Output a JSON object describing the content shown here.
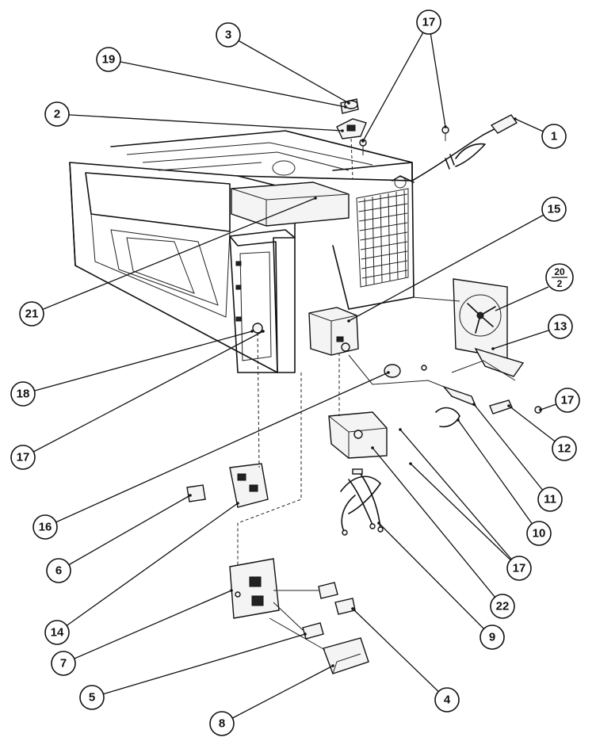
{
  "callouts": [
    {
      "id": "c1",
      "label": "1"
    },
    {
      "id": "c2",
      "label": "2"
    },
    {
      "id": "c3",
      "label": "3"
    },
    {
      "id": "c4",
      "label": "4"
    },
    {
      "id": "c5",
      "label": "5"
    },
    {
      "id": "c6",
      "label": "6"
    },
    {
      "id": "c7",
      "label": "7"
    },
    {
      "id": "c8",
      "label": "8"
    },
    {
      "id": "c9",
      "label": "9"
    },
    {
      "id": "c10",
      "label": "10"
    },
    {
      "id": "c11",
      "label": "11"
    },
    {
      "id": "c12",
      "label": "12"
    },
    {
      "id": "c13",
      "label": "13"
    },
    {
      "id": "c14",
      "label": "14"
    },
    {
      "id": "c15",
      "label": "15"
    },
    {
      "id": "c16",
      "label": "16"
    },
    {
      "id": "c17a",
      "label": "17"
    },
    {
      "id": "c17b",
      "label": "17"
    },
    {
      "id": "c17c",
      "label": "17"
    },
    {
      "id": "c17d",
      "label": "17"
    },
    {
      "id": "c17e",
      "label": "17"
    },
    {
      "id": "c18",
      "label": "18"
    },
    {
      "id": "c19",
      "label": "19"
    },
    {
      "id": "c21",
      "label": "21"
    },
    {
      "id": "c22",
      "label": "22"
    }
  ],
  "fraction_callout": {
    "top": "20",
    "bottom": "2"
  }
}
